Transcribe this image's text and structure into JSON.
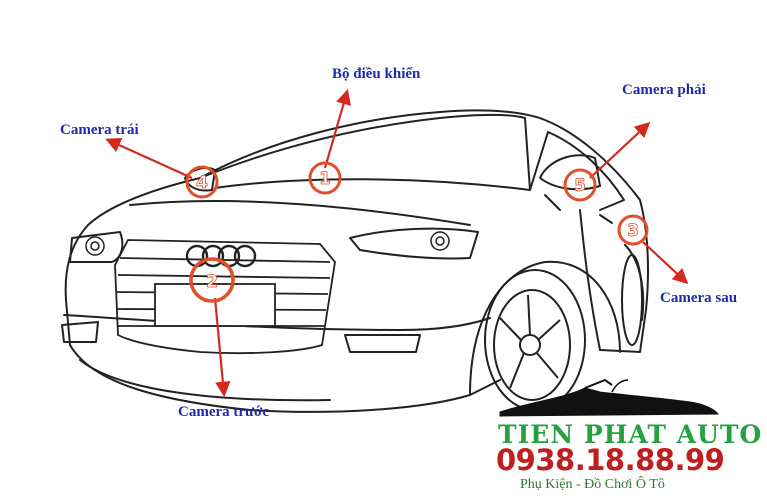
{
  "colors": {
    "outline": "#222222",
    "marker": "#e0502a",
    "arrow": "#d42a1e",
    "label": "#1f2aa8",
    "brand_green": "#26a13f",
    "brand_red": "#c01f1f"
  },
  "callouts": [
    {
      "number": "1",
      "label": "Bộ điều khiển"
    },
    {
      "number": "2",
      "label": "Camera trước"
    },
    {
      "number": "3",
      "label": "Camera sau"
    },
    {
      "number": "4",
      "label": "Camera trái"
    },
    {
      "number": "5",
      "label": "Camera phải"
    }
  ],
  "brand": {
    "logo_icon": "convertible-car-silhouette-icon",
    "name": "TIEN PHAT AUTO",
    "phone": "0938.18.88.99",
    "tagline": "Phụ Kiện - Đồ Chơi Ô Tô"
  }
}
